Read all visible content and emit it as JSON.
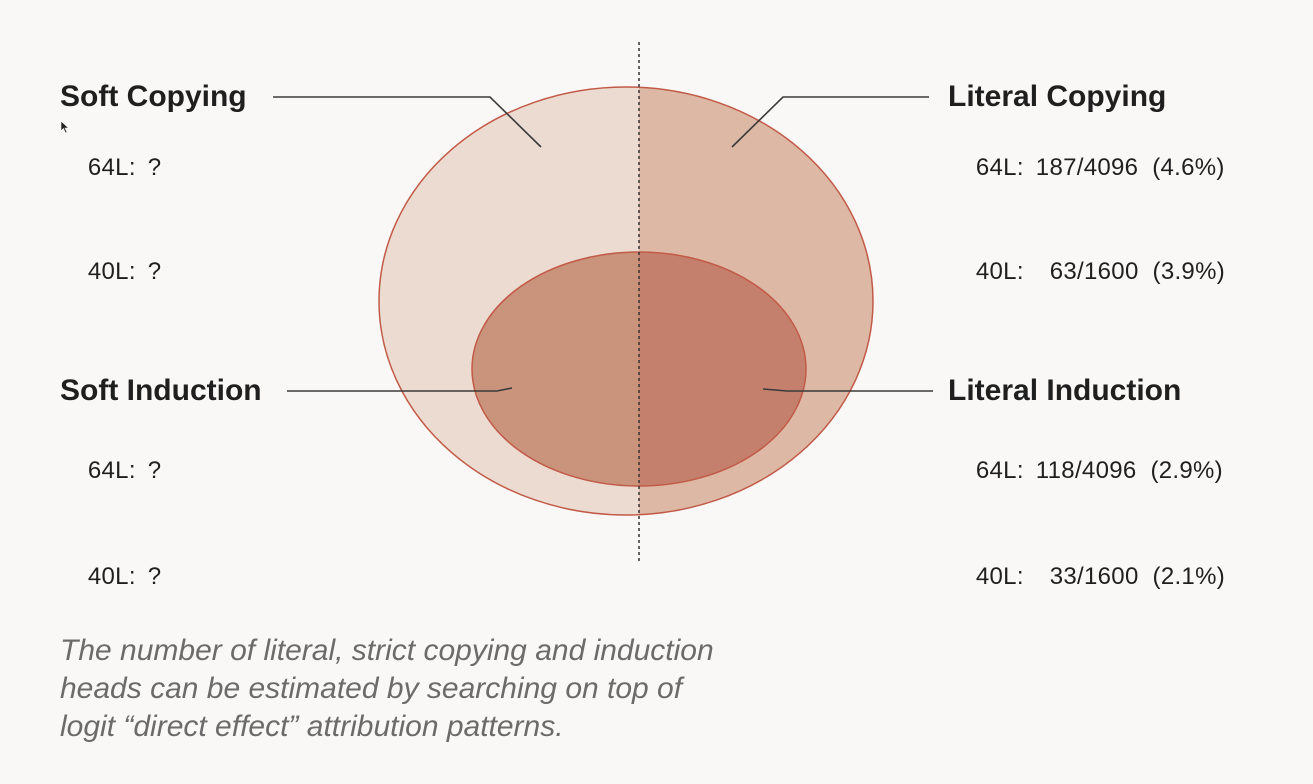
{
  "regions": {
    "soft_copying": {
      "title": "Soft Copying",
      "stats": [
        {
          "model": "64L:",
          "value": "?"
        },
        {
          "model": "40L:",
          "value": "?"
        }
      ]
    },
    "literal_copying": {
      "title": "Literal Copying",
      "stats": [
        {
          "model": "64L:",
          "value": "187/4096  (4.6%)"
        },
        {
          "model": "40L:",
          "value": "  63/1600  (3.9%)"
        }
      ]
    },
    "soft_induction": {
      "title": "Soft Induction",
      "stats": [
        {
          "model": "64L:",
          "value": "?"
        },
        {
          "model": "40L:",
          "value": "?"
        }
      ]
    },
    "literal_induction": {
      "title": "Literal Induction",
      "stats": [
        {
          "model": "64L:",
          "value": "118/4096  (2.9%)"
        },
        {
          "model": "40L:",
          "value": "  33/1600  (2.1%)"
        }
      ]
    }
  },
  "caption": {
    "lines": [
      "The number of literal, strict copying and induction",
      "heads can be estimated by searching on top of",
      "logit “direct effect” attribution patterns."
    ]
  },
  "colors": {
    "outer_left": "#ecdbd0",
    "outer_right": "#ddb9a5",
    "inner_left": "#c9937c",
    "inner_right": "#c4806c",
    "stroke": "#c25a48",
    "leader": "#3a3a3a"
  }
}
